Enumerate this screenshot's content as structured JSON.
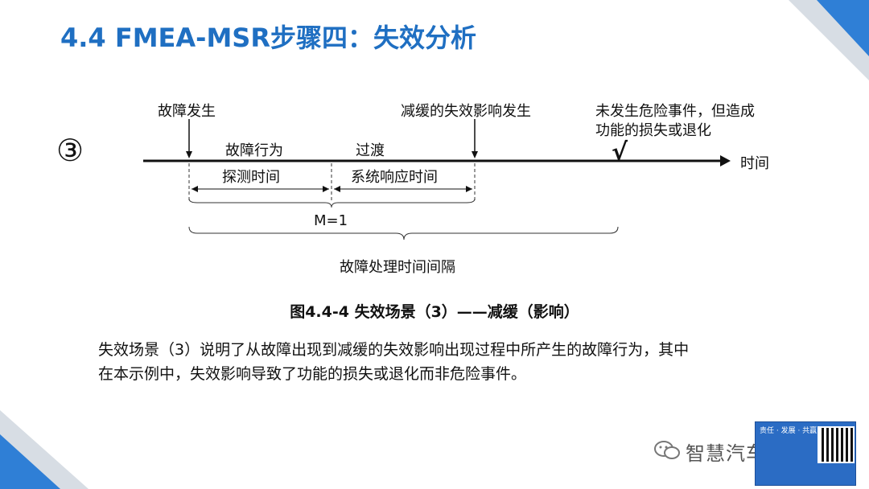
{
  "title": "4.4 FMEA-MSR步骤四：失效分析",
  "diagram": {
    "scenario_marker": "③",
    "labels": {
      "fault_occurs": "故障发生",
      "mitigated_effect_occurs": "减缓的失效影响发生",
      "no_hazard_line1": "未发生危险事件，但造成",
      "no_hazard_line2": "功能的损失或退化",
      "check_mark": "√",
      "fault_behavior": "故障行为",
      "transition": "过渡",
      "time_axis": "时间",
      "detection_time": "探测时间",
      "system_response_time": "系统响应时间",
      "m_equals": "M=1",
      "fault_handling_interval": "故障处理时间间隔"
    }
  },
  "caption": "图4.4-4 失效场景（3）——减缓（影响）",
  "paragraph": {
    "line1": "失效场景（3）说明了从故障出现到减缓的失效影响出现过程中所产生的故障行为，其中",
    "line2": "在本示例中，失效影响导致了功能的损失或退化而非危险事件。"
  },
  "watermark": "智慧汽车供应链",
  "card": {
    "text": "责任 · 发展 · 共赢"
  },
  "colors": {
    "title": "#1f6fc2",
    "corner_blue": "#2f7fd6",
    "corner_gray": "#cfd6de"
  }
}
